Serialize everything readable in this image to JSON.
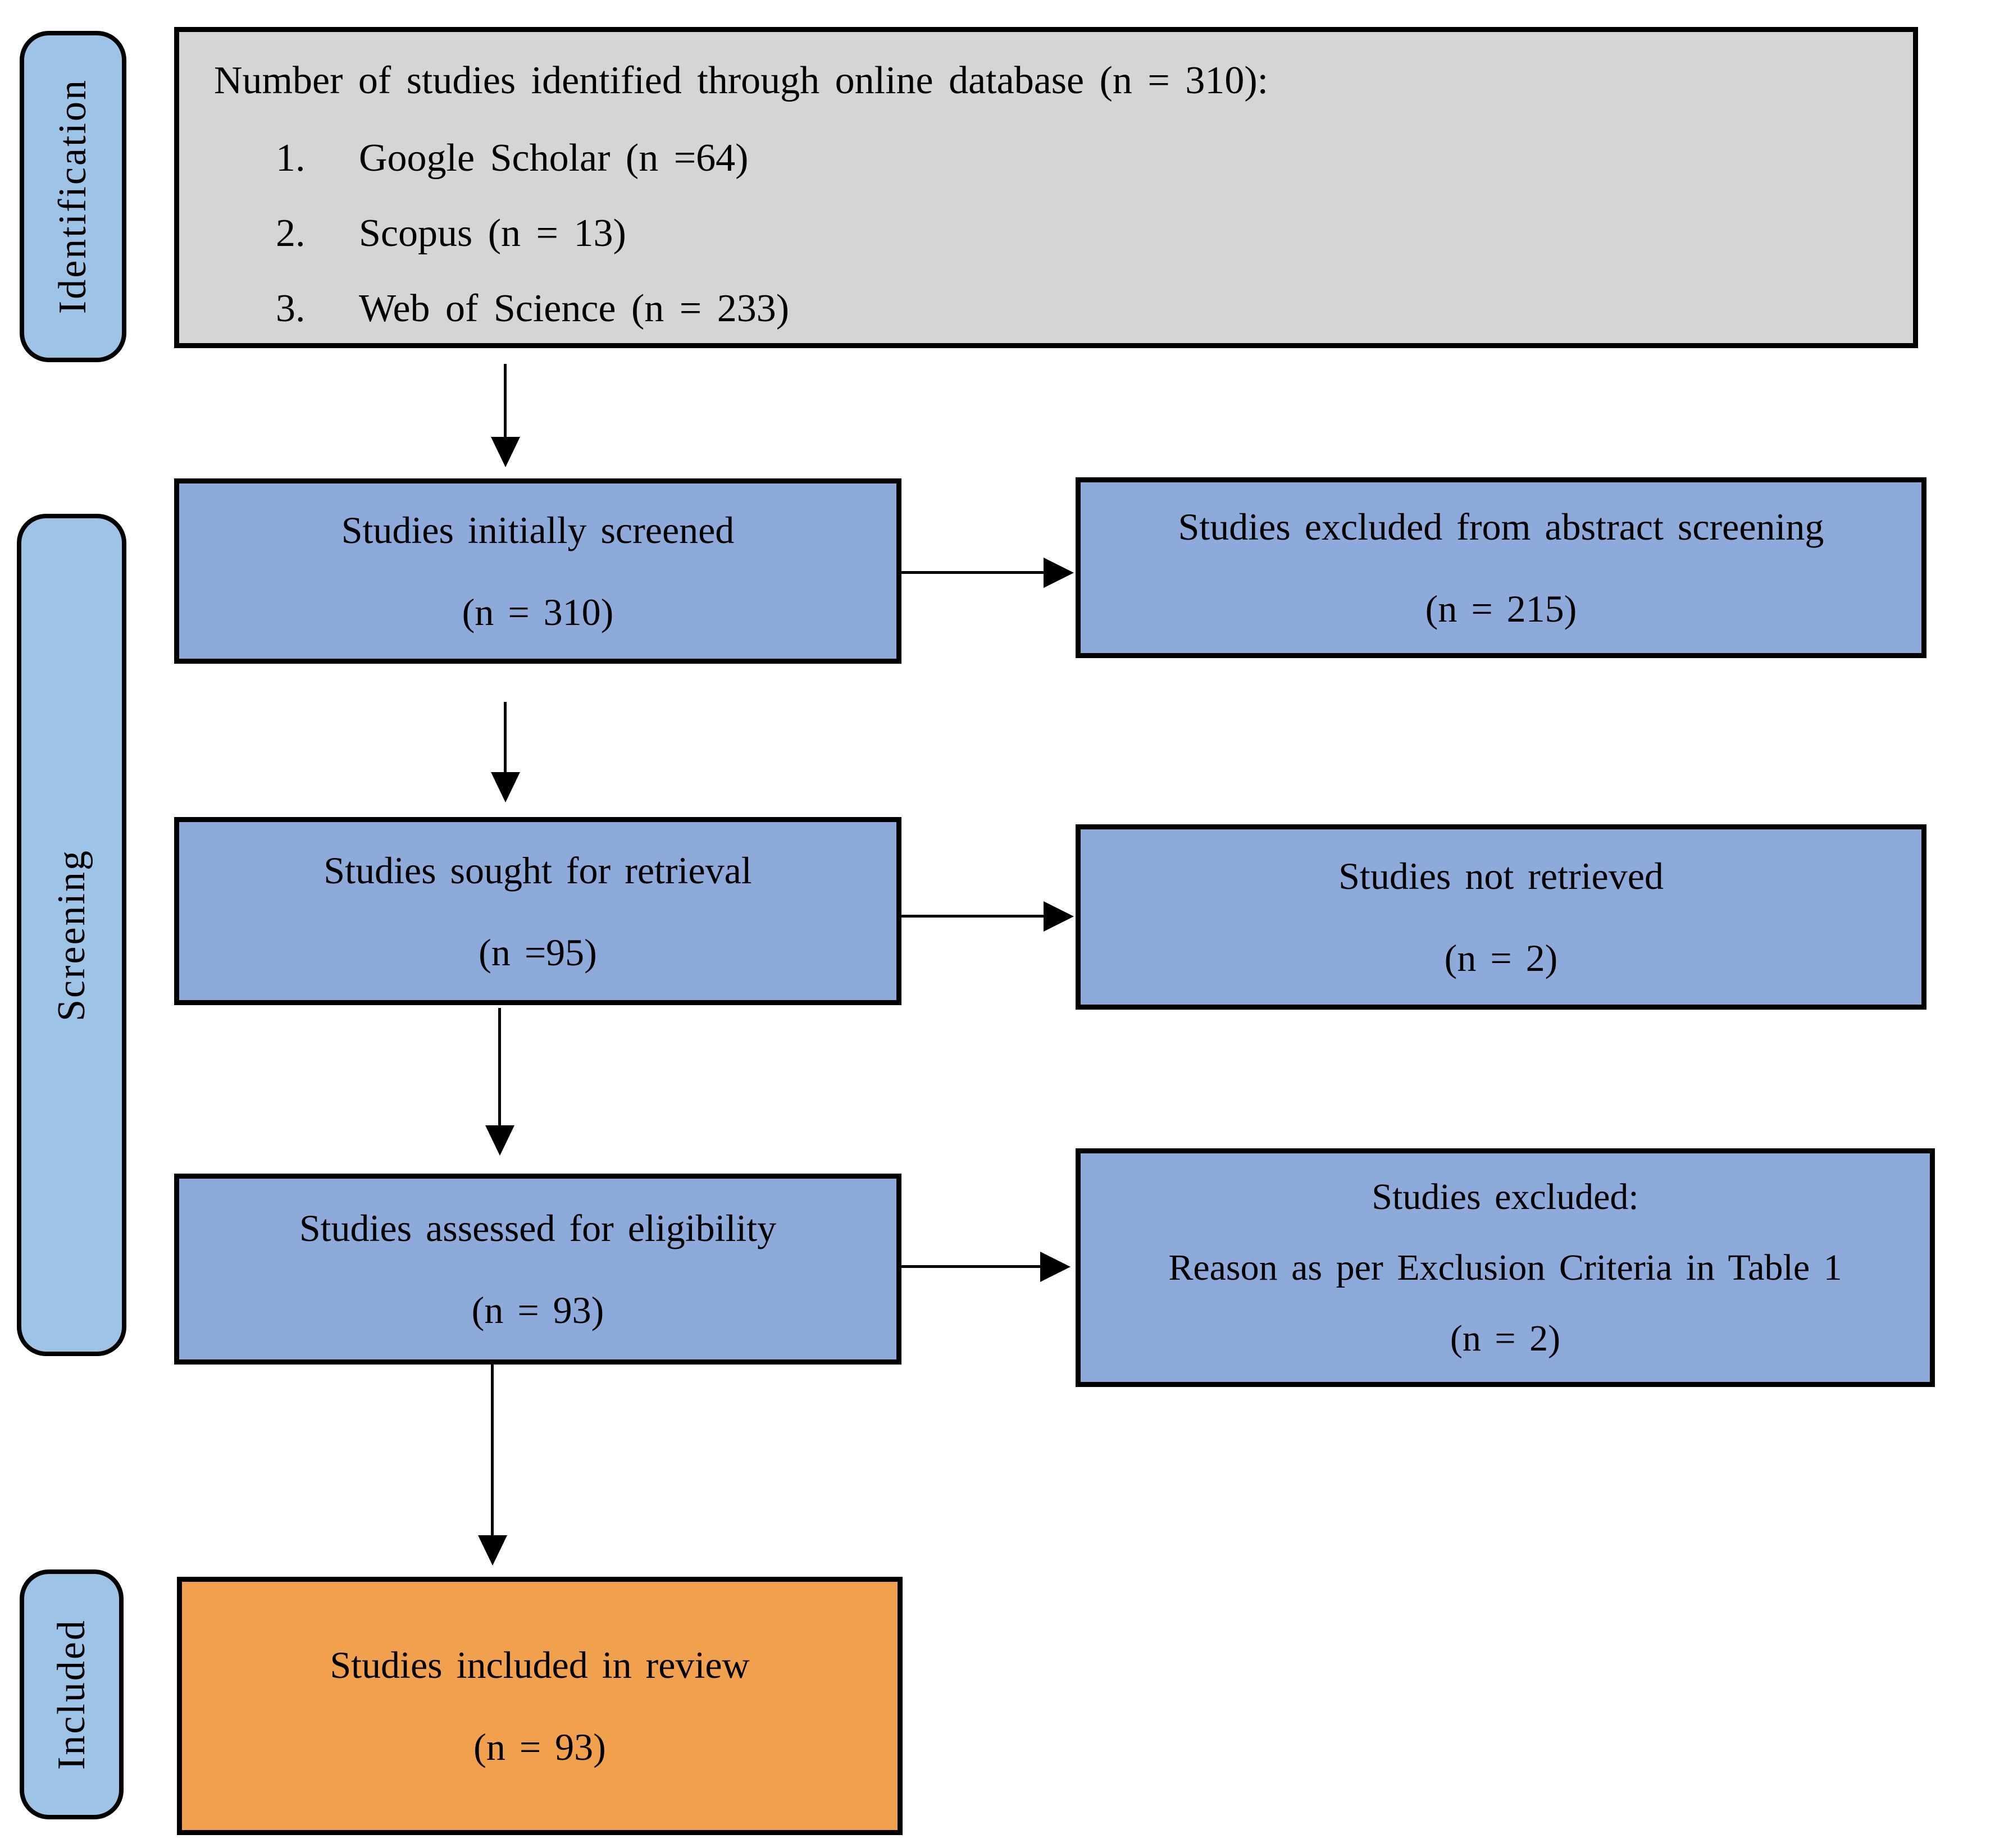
{
  "figure": {
    "type": "PRISMA-style study selection flow diagram"
  },
  "colors": {
    "stage_fill": "#9DC3E6",
    "box_fill": "#8EAADB",
    "identified_fill": "#D5D5D5",
    "included_fill": "#F1A14E",
    "line_color": "#000000"
  },
  "stages": {
    "identification": "Identification",
    "screening": "Screening",
    "included": "Included"
  },
  "identified": {
    "title": "Number of studies identified through online database (n = 310):",
    "items": [
      {
        "num": "1.",
        "text": "Google Scholar (n =64)"
      },
      {
        "num": "2.",
        "text": "Scopus (n = 13)"
      },
      {
        "num": "3.",
        "text": "Web of Science (n = 233)"
      }
    ]
  },
  "boxes": {
    "initially_screened": {
      "title": "Studies initially screened",
      "count": "(n = 310)"
    },
    "excluded_abstract": {
      "title": "Studies excluded from abstract screening",
      "count": "(n = 215)"
    },
    "sought_retrieval": {
      "title": "Studies sought for retrieval",
      "count": "(n =95)"
    },
    "not_retrieved": {
      "title": "Studies not retrieved",
      "count": "(n = 2)"
    },
    "assessed_eligibility": {
      "title": "Studies assessed for eligibility",
      "count": "(n = 93)"
    },
    "excluded_reason": {
      "title": "Studies excluded:",
      "reason": "Reason as per Exclusion Criteria in Table 1",
      "count": "(n = 2)"
    },
    "included_review": {
      "title": "Studies included in review",
      "count": "(n = 93)"
    }
  }
}
